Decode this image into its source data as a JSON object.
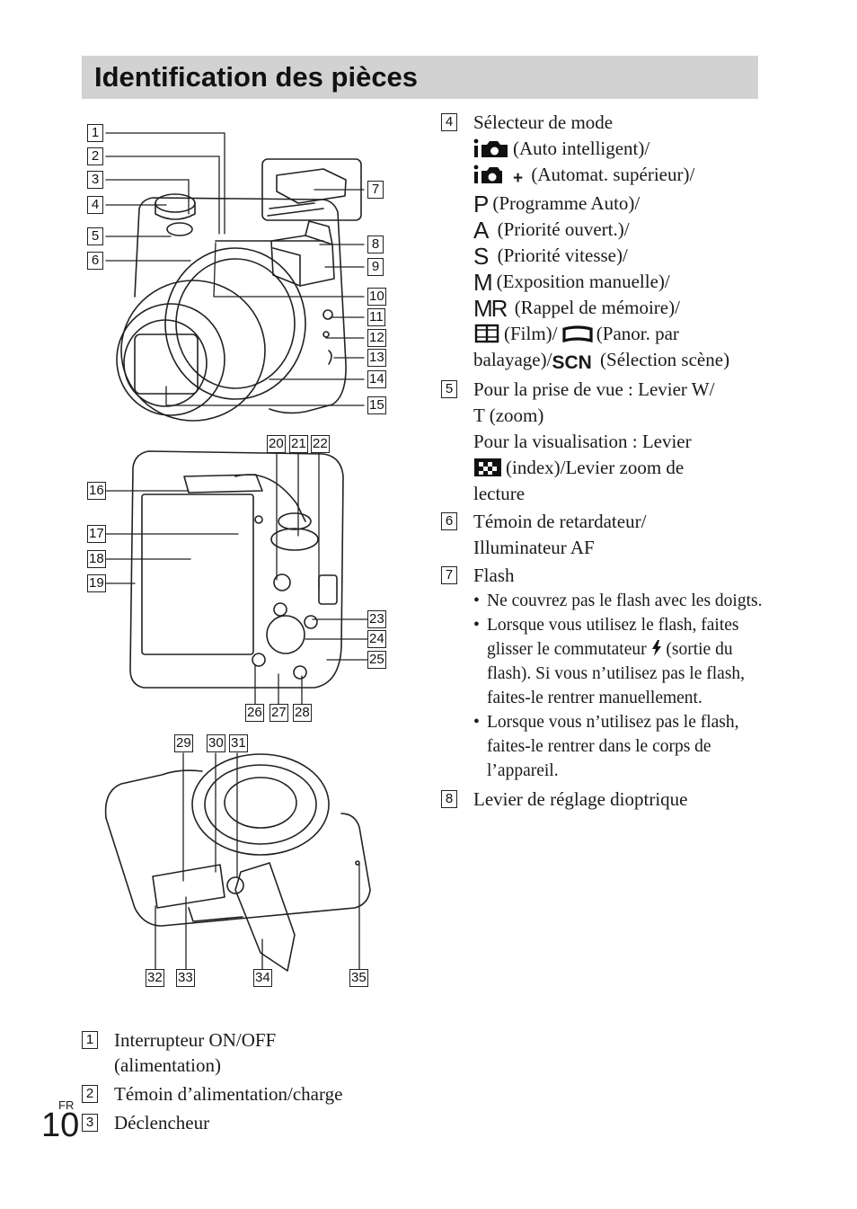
{
  "header": {
    "title": "Identification des pièces"
  },
  "callouts": {
    "c1": "1",
    "c2": "2",
    "c3": "3",
    "c4": "4",
    "c5": "5",
    "c6": "6",
    "c7": "7",
    "c8": "8",
    "c9": "9",
    "c10": "10",
    "c11": "11",
    "c12": "12",
    "c13": "13",
    "c14": "14",
    "c15": "15",
    "c16": "16",
    "c17": "17",
    "c18": "18",
    "c19": "19",
    "c20": "20",
    "c21": "21",
    "c22": "22",
    "c23": "23",
    "c24": "24",
    "c25": "25",
    "c26": "26",
    "c27": "27",
    "c28": "28",
    "c29": "29",
    "c30": "30",
    "c31": "31",
    "c32": "32",
    "c33": "33",
    "c34": "34",
    "c35": "35"
  },
  "right_column": {
    "e4": {
      "num": "4",
      "title": "Sélecteur de mode",
      "modes": [
        {
          "glyph": "",
          "text": "(Auto intelligent)/"
        },
        {
          "glyph": "+",
          "text": "(Automat. supérieur)/"
        },
        {
          "glyph": "P",
          "text": "(Programme Auto)/"
        },
        {
          "glyph": "A",
          "text": "(Priorité ouvert.)/"
        },
        {
          "glyph": "S",
          "text": "(Priorité vitesse)/"
        },
        {
          "glyph": "M",
          "text": "(Exposition manuelle)/"
        },
        {
          "glyph": "MR",
          "text": "(Rappel de mémoire)/"
        }
      ],
      "film_text": "(Film)/",
      "panor_text": "(Panor. par",
      "balayage_text": "balayage)/",
      "scn_glyph": "SCN",
      "scene_text": "(Sélection scène)"
    },
    "e5": {
      "num": "5",
      "line1": "Pour la prise de vue : Levier W/",
      "line2": "T (zoom)",
      "line3": "Pour la visualisation : Levier",
      "line4": "(index)/Levier zoom de",
      "line5": "lecture"
    },
    "e6": {
      "num": "6",
      "line1": "Témoin de retardateur/",
      "line2": "Illuminateur AF"
    },
    "e7": {
      "num": "7",
      "title": "Flash",
      "b1": "Ne couvrez pas le flash avec les doigts.",
      "b2a": "Lorsque vous utilisez le flash, faites glisser le commutateur",
      "b2b": "(sortie du flash). Si vous n’utilisez pas le flash, faites-le rentrer manuellement.",
      "b3": "Lorsque vous n’utilisez pas le flash, faites-le rentrer dans le corps de l’appareil."
    },
    "e8": {
      "num": "8",
      "title": "Levier de réglage dioptrique"
    }
  },
  "bottom_column": {
    "e1": {
      "num": "1",
      "line1": "Interrupteur ON/OFF",
      "line2": "(alimentation)"
    },
    "e2": {
      "num": "2",
      "line1": "Témoin d’alimentation/charge"
    },
    "e3": {
      "num": "3",
      "line1": "Déclencheur"
    }
  },
  "footer": {
    "lang": "FR",
    "page": "10"
  }
}
